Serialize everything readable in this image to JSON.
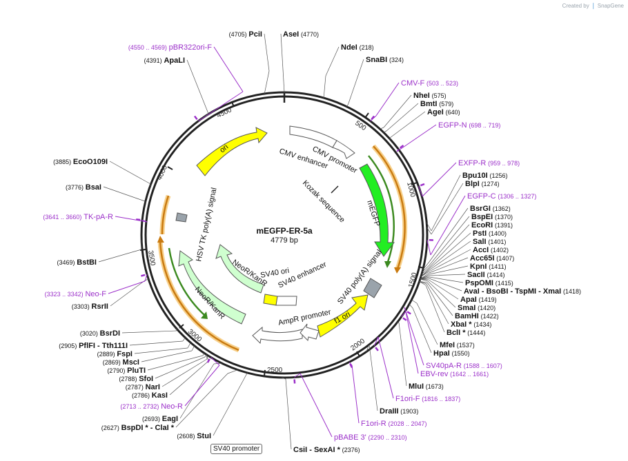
{
  "brand": {
    "created_by": "Created by",
    "app": "SnapGene"
  },
  "plasmid": {
    "name": "mEGFP-ER-5a",
    "length": "4779 bp"
  },
  "ticks": [
    "500",
    "1000",
    "1500",
    "2000",
    "2500",
    "3000",
    "3500",
    "4000",
    "4500"
  ],
  "features": [
    "CMV enhancer",
    "CMV promoter",
    "Kozak sequence",
    "mEGFP",
    "SV40 poly(A) signal",
    "f1 ori",
    "AmpR promoter",
    "SV40 ori",
    "SV40 enhancer",
    "NeoR/KanR",
    "NeoR/KanR",
    "HSV TK poly(A) signal",
    "ori"
  ],
  "boxed_label": "SV40 promoter",
  "labels": [
    {
      "name": "PciI",
      "pos": "(4705)",
      "primer": false
    },
    {
      "name": "AseI",
      "pos": "(4770)",
      "primer": false
    },
    {
      "name": "NdeI",
      "pos": "(218)",
      "primer": false
    },
    {
      "name": "SnaBI",
      "pos": "(324)",
      "primer": false
    },
    {
      "name": "pBR322ori-F",
      "pos": "(4550 .. 4569)",
      "primer": true
    },
    {
      "name": "ApaLI",
      "pos": "(4391)",
      "primer": false
    },
    {
      "name": "CMV-F",
      "pos": "(503 .. 523)",
      "primer": true
    },
    {
      "name": "NheI",
      "pos": "(575)",
      "primer": false
    },
    {
      "name": "BmtI",
      "pos": "(579)",
      "primer": false
    },
    {
      "name": "AgeI",
      "pos": "(640)",
      "primer": false
    },
    {
      "name": "EGFP-N",
      "pos": "(698 .. 719)",
      "primer": true
    },
    {
      "name": "EXFP-R",
      "pos": "(959 .. 978)",
      "primer": true
    },
    {
      "name": "Bpu10I",
      "pos": "(1256)",
      "primer": false
    },
    {
      "name": "BlpI",
      "pos": "(1274)",
      "primer": false
    },
    {
      "name": "EGFP-C",
      "pos": "(1306 .. 1327)",
      "primer": true
    },
    {
      "name": "BsrGI",
      "pos": "(1362)",
      "primer": false
    },
    {
      "name": "BspEI",
      "pos": "(1370)",
      "primer": false
    },
    {
      "name": "EcoRI",
      "pos": "(1391)",
      "primer": false
    },
    {
      "name": "PstI",
      "pos": "(1400)",
      "primer": false
    },
    {
      "name": "SalI",
      "pos": "(1401)",
      "primer": false
    },
    {
      "name": "AccI",
      "pos": "(1402)",
      "primer": false
    },
    {
      "name": "Acc65I",
      "pos": "(1407)",
      "primer": false
    },
    {
      "name": "KpnI",
      "pos": "(1411)",
      "primer": false
    },
    {
      "name": "SacII",
      "pos": "(1414)",
      "primer": false
    },
    {
      "name": "PspOMI",
      "pos": "(1415)",
      "primer": false
    },
    {
      "name": "AvaI - BsoBI - TspMI - XmaI",
      "pos": "(1418)",
      "primer": false
    },
    {
      "name": "ApaI",
      "pos": "(1419)",
      "primer": false
    },
    {
      "name": "SmaI",
      "pos": "(1420)",
      "primer": false
    },
    {
      "name": "BamHI",
      "pos": "(1422)",
      "primer": false
    },
    {
      "name": "XbaI *",
      "pos": "(1434)",
      "primer": false
    },
    {
      "name": "BclI *",
      "pos": "(1444)",
      "primer": false
    },
    {
      "name": "MfeI",
      "pos": "(1537)",
      "primer": false
    },
    {
      "name": "HpaI",
      "pos": "(1550)",
      "primer": false
    },
    {
      "name": "SV40pA-R",
      "pos": "(1588 .. 1607)",
      "primer": true
    },
    {
      "name": "EBV-rev",
      "pos": "(1642 .. 1661)",
      "primer": true
    },
    {
      "name": "MluI",
      "pos": "(1673)",
      "primer": false
    },
    {
      "name": "F1ori-F",
      "pos": "(1816 .. 1837)",
      "primer": true
    },
    {
      "name": "DraIII",
      "pos": "(1903)",
      "primer": false
    },
    {
      "name": "F1ori-R",
      "pos": "(2028 .. 2047)",
      "primer": true
    },
    {
      "name": "pBABE 3'",
      "pos": "(2290 .. 2310)",
      "primer": true
    },
    {
      "name": "CsiI - SexAI *",
      "pos": "(2376)",
      "primer": false
    },
    {
      "name": "StuI",
      "pos": "(2608)",
      "primer": false
    },
    {
      "name": "BspDI * - ClaI *",
      "pos": "(2627)",
      "primer": false
    },
    {
      "name": "EagI",
      "pos": "(2693)",
      "primer": false
    },
    {
      "name": "Neo-R",
      "pos": "(2713 .. 2732)",
      "primer": true
    },
    {
      "name": "KasI",
      "pos": "(2786)",
      "primer": false
    },
    {
      "name": "NarI",
      "pos": "(2787)",
      "primer": false
    },
    {
      "name": "SfoI",
      "pos": "(2788)",
      "primer": false
    },
    {
      "name": "PluTI",
      "pos": "(2790)",
      "primer": false
    },
    {
      "name": "MscI",
      "pos": "(2869)",
      "primer": false
    },
    {
      "name": "FspI",
      "pos": "(2889)",
      "primer": false
    },
    {
      "name": "PflFI - Tth111I",
      "pos": "(2905)",
      "primer": false
    },
    {
      "name": "BsrDI",
      "pos": "(3020)",
      "primer": false
    },
    {
      "name": "RsrII",
      "pos": "(3303)",
      "primer": false
    },
    {
      "name": "Neo-F",
      "pos": "(3323 .. 3342)",
      "primer": true
    },
    {
      "name": "BstBI",
      "pos": "(3469)",
      "primer": false
    },
    {
      "name": "TK-pA-R",
      "pos": "(3641 .. 3660)",
      "primer": true
    },
    {
      "name": "BsaI",
      "pos": "(3776)",
      "primer": false
    },
    {
      "name": "EcoO109I",
      "pos": "(3885)",
      "primer": false
    }
  ],
  "colors": {
    "backbone": "#222222",
    "primer": "#9b2fc9",
    "gfp": "#22ee22",
    "yellow": "#ffff00",
    "neo": "#cfffcf",
    "orange": "#f0b24a",
    "gray": "#9aa3ab"
  }
}
